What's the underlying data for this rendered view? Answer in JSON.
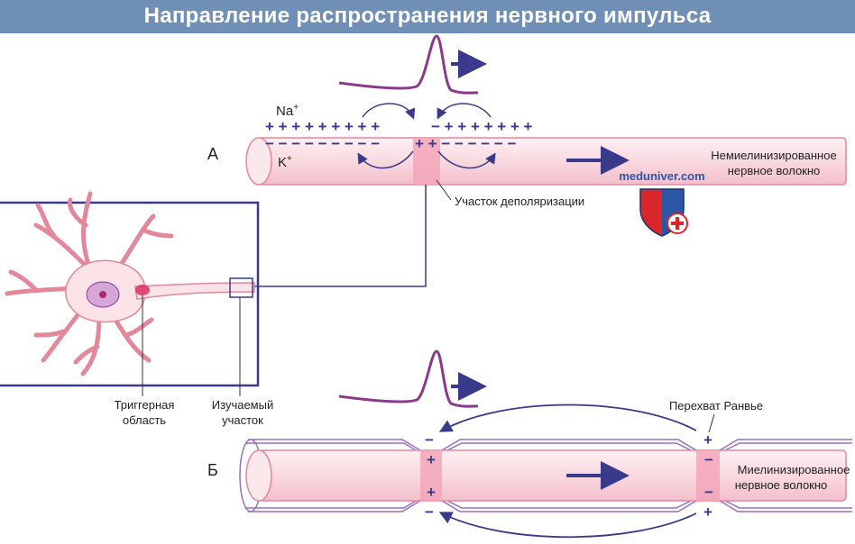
{
  "title": "Направление распространения нервного импульса",
  "section_a": {
    "letter": "А",
    "na_label": "Na",
    "na_sup": "+",
    "k_label": "K",
    "k_sup": "+",
    "fiber_line1": "Немиелинизированное",
    "fiber_line2": "нервное волокно",
    "depolarization_label": "Участок деполяризации",
    "watermark": "meduniver.com"
  },
  "neuron": {
    "trigger_line1": "Триггерная",
    "trigger_line2": "область",
    "studied_line1": "Изучаемый",
    "studied_line2": "участок"
  },
  "section_b": {
    "letter": "Б",
    "node_label": "Перехват Ранвье",
    "fiber_line1": "Миелинизированное",
    "fiber_line2": "нервное волокно"
  },
  "colors": {
    "title_bg": "#6f8fb7",
    "arrow": "#3a3a8c",
    "spike": "#8a3a8c",
    "fiber_fill": "#fbe3e8",
    "fiber_stroke": "#e3879b",
    "depolarized": "#f3a6b9",
    "myelin": "#9a6fc0"
  }
}
